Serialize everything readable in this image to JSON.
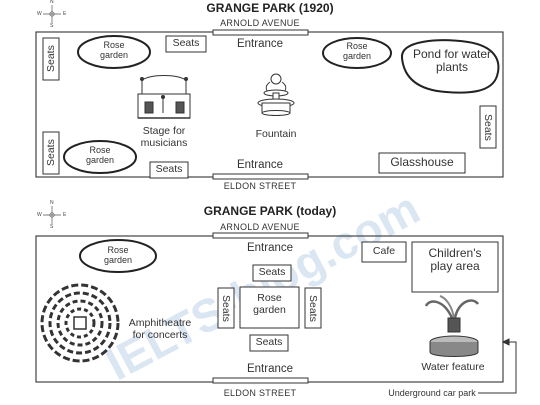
{
  "map1920": {
    "title": "GRANGE PARK (1920)",
    "north_street": "ARNOLD AVENUE",
    "south_street": "ELDON STREET",
    "entrance_top": "Entrance",
    "entrance_bottom": "Entrance",
    "seats_top": "Seats",
    "seats_bottom": "Seats",
    "seats_left_top": "Seats",
    "seats_left_bottom": "Seats",
    "seats_right": "Seats",
    "rose_garden_1": "Rose garden",
    "rose_garden_2": "Rose garden",
    "rose_garden_3": "Rose garden",
    "pond": "Pond for water plants",
    "stage": "Stage for musicians",
    "fountain": "Fountain",
    "glasshouse": "Glasshouse"
  },
  "mapToday": {
    "title": "GRANGE PARK (today)",
    "north_street": "ARNOLD AVENUE",
    "south_street": "ELDON STREET",
    "entrance_top": "Entrance",
    "entrance_bottom": "Entrance",
    "rose_garden_corner": "Rose garden",
    "rose_garden_center": "Rose garden",
    "seats_top": "Seats",
    "seats_bottom": "Seats",
    "seats_left": "Seats",
    "seats_right": "Seats",
    "amphitheatre": "Amphitheatre for concerts",
    "cafe": "Cafe",
    "play_area": "Children's play area",
    "water_feature": "Water feature",
    "car_park": "Underground car park"
  },
  "compass": {
    "n": "N",
    "s": "S",
    "e": "E",
    "w": "W"
  },
  "watermark": "IELTS-blog.com",
  "colors": {
    "line": "#333333",
    "watermark": "#dbe6f3"
  }
}
